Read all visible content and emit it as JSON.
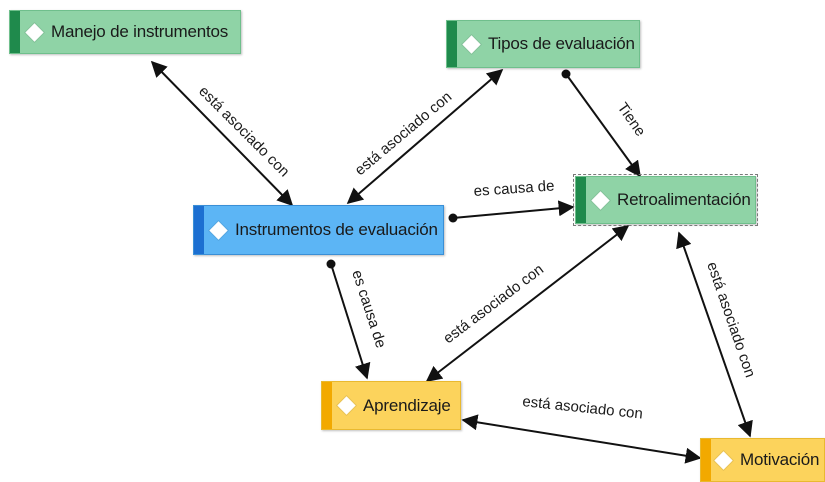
{
  "nodes": {
    "manejo": {
      "label": "Manejo de instrumentos",
      "color": "green"
    },
    "tipos": {
      "label": "Tipos de evaluación",
      "color": "green"
    },
    "retro": {
      "label": "Retroalimentación",
      "color": "green"
    },
    "instrumentos": {
      "label": "Instrumentos de evaluación",
      "color": "blue"
    },
    "aprendizaje": {
      "label": "Aprendizaje",
      "color": "yellow"
    },
    "motivacion": {
      "label": "Motivación",
      "color": "yellow"
    }
  },
  "edges": {
    "manejo_instrumentos": "está asociado con",
    "instrumentos_tipos": "está asociado con",
    "tipos_retro": "Tiene",
    "instrumentos_retro": "es causa de",
    "instrumentos_aprendizaje": "es causa de",
    "aprendizaje_retro": "está asociado con",
    "retro_motivacion": "está asociado con",
    "aprendizaje_motivacion": "está asociado con"
  },
  "colors": {
    "green": "#8fd3a6",
    "green_bar": "#1f8a4c",
    "blue": "#5cb5f5",
    "blue_bar": "#1c6fd1",
    "yellow": "#fcd35c",
    "yellow_bar": "#f2a900",
    "line": "#111111"
  },
  "icons": {
    "node_icon": "diamond-icon"
  }
}
